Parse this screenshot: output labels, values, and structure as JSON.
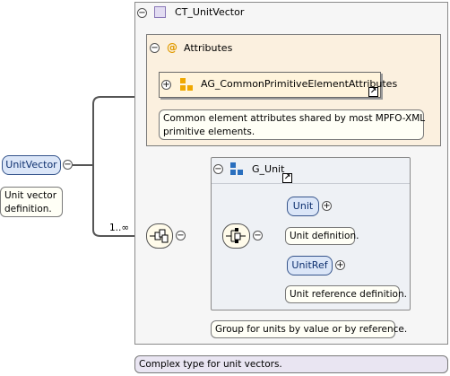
{
  "complex_type": {
    "name": "CT_UnitVector",
    "documentation": "Complex type for unit vectors."
  },
  "attributes": {
    "label": "Attributes",
    "group_name": "AG_CommonPrimitiveElementAttributes",
    "group_documentation_line1": "Common element attributes shared by most MPFO-XML",
    "group_documentation_line2": "primitive elements."
  },
  "root_element": {
    "name": "UnitVector",
    "documentation_line1": "Unit vector",
    "documentation_line2": "definition."
  },
  "sequence": {
    "occurrence": "1..∞"
  },
  "group": {
    "name": "G_Unit",
    "documentation": "Group for units by value or by reference.",
    "children": [
      {
        "name": "Unit",
        "documentation": "Unit definition."
      },
      {
        "name": "UnitRef",
        "documentation": "Unit reference definition."
      }
    ]
  },
  "symbols": {
    "collapse": "−",
    "expand": "+",
    "attribute_at": "@",
    "jump": "↗"
  },
  "colors": {
    "element_fill": "#dbe6f8",
    "element_border": "#36558c",
    "attributes_fill": "#fbf0df",
    "group_fill": "#eef1f5",
    "complex_type_doc_fill": "#e9e5f2",
    "attr_icon": "#f0a800",
    "group_icon": "#2a6fbe",
    "connector": "#555555"
  }
}
